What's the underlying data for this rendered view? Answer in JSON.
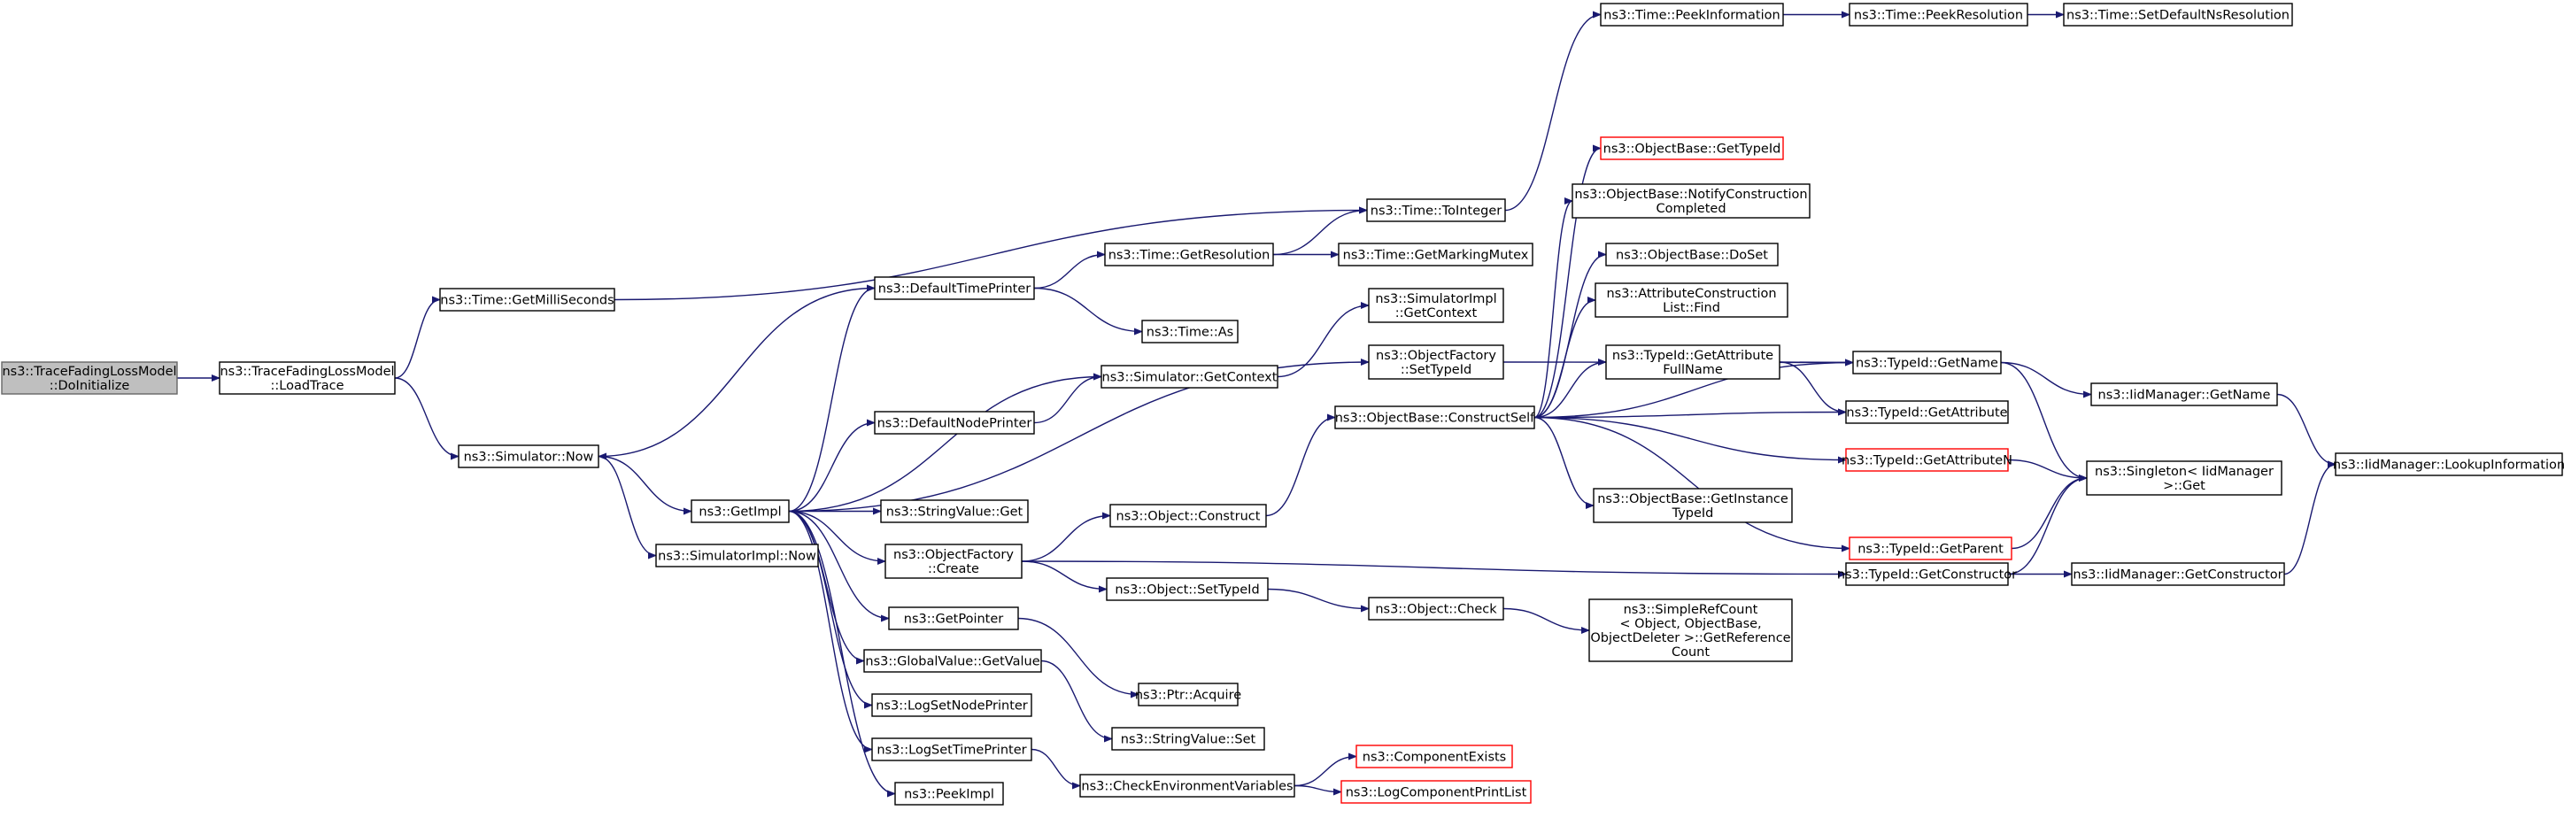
{
  "colors": {
    "edge": "#191970",
    "root_fill": "#bfbfbf",
    "border": "#000000",
    "highlight_border": "#ff0000"
  },
  "nodes": [
    {
      "id": "root",
      "lines": [
        "ns3::TraceFadingLossModel",
        "::DoInitialize"
      ],
      "root": true
    },
    {
      "id": "loadtrace",
      "lines": [
        "ns3::TraceFadingLossModel",
        "::LoadTrace"
      ]
    },
    {
      "id": "getms",
      "lines": [
        "ns3::Time::GetMilliSeconds"
      ]
    },
    {
      "id": "simnow",
      "lines": [
        "ns3::Simulator::Now"
      ]
    },
    {
      "id": "getimpl",
      "lines": [
        "ns3::GetImpl"
      ]
    },
    {
      "id": "simimplnow",
      "lines": [
        "ns3::SimulatorImpl::Now"
      ]
    },
    {
      "id": "dtp",
      "lines": [
        "ns3::DefaultTimePrinter"
      ]
    },
    {
      "id": "dnp",
      "lines": [
        "ns3::DefaultNodePrinter"
      ]
    },
    {
      "id": "svget",
      "lines": [
        "ns3::StringValue::Get"
      ]
    },
    {
      "id": "ofcreate",
      "lines": [
        "ns3::ObjectFactory",
        "::Create"
      ]
    },
    {
      "id": "getptr",
      "lines": [
        "ns3::GetPointer"
      ]
    },
    {
      "id": "gvget",
      "lines": [
        "ns3::GlobalValue::GetValue"
      ]
    },
    {
      "id": "lsnp",
      "lines": [
        "ns3::LogSetNodePrinter"
      ]
    },
    {
      "id": "lstp",
      "lines": [
        "ns3::LogSetTimePrinter"
      ]
    },
    {
      "id": "peekimpl",
      "lines": [
        "ns3::PeekImpl"
      ]
    },
    {
      "id": "getres",
      "lines": [
        "ns3::Time::GetResolution"
      ]
    },
    {
      "id": "timeas",
      "lines": [
        "ns3::Time::As"
      ]
    },
    {
      "id": "simgetctx",
      "lines": [
        "ns3::Simulator::GetContext"
      ]
    },
    {
      "id": "objconstruct",
      "lines": [
        "ns3::Object::Construct"
      ]
    },
    {
      "id": "objsettype",
      "lines": [
        "ns3::Object::SetTypeId"
      ]
    },
    {
      "id": "ptracq",
      "lines": [
        "ns3::Ptr::Acquire"
      ]
    },
    {
      "id": "svset",
      "lines": [
        "ns3::StringValue::Set"
      ]
    },
    {
      "id": "cev",
      "lines": [
        "ns3::CheckEnvironmentVariables"
      ]
    },
    {
      "id": "toint",
      "lines": [
        "ns3::Time::ToInteger"
      ]
    },
    {
      "id": "getmm",
      "lines": [
        "ns3::Time::GetMarkingMutex"
      ]
    },
    {
      "id": "simimplctx",
      "lines": [
        "ns3::SimulatorImpl",
        "::GetContext"
      ]
    },
    {
      "id": "ofsettype",
      "lines": [
        "ns3::ObjectFactory",
        "::SetTypeId"
      ]
    },
    {
      "id": "obcs",
      "lines": [
        "ns3::ObjectBase::ConstructSelf"
      ]
    },
    {
      "id": "objcheck",
      "lines": [
        "ns3::Object::Check"
      ]
    },
    {
      "id": "compexists",
      "lines": [
        "ns3::ComponentExists"
      ],
      "red": true
    },
    {
      "id": "logcpl",
      "lines": [
        "ns3::LogComponentPrintList"
      ],
      "red": true
    },
    {
      "id": "peekinfo",
      "lines": [
        "ns3::Time::PeekInformation"
      ]
    },
    {
      "id": "peekres",
      "lines": [
        "ns3::Time::PeekResolution"
      ]
    },
    {
      "id": "setdef",
      "lines": [
        "ns3::Time::SetDefaultNsResolution"
      ]
    },
    {
      "id": "obgettid",
      "lines": [
        "ns3::ObjectBase::GetTypeId"
      ],
      "red": true
    },
    {
      "id": "obnotify",
      "lines": [
        "ns3::ObjectBase::NotifyConstruction",
        "Completed"
      ]
    },
    {
      "id": "obdoset",
      "lines": [
        "ns3::ObjectBase::DoSet"
      ]
    },
    {
      "id": "acfind",
      "lines": [
        "ns3::AttributeConstruction",
        "List::Find"
      ]
    },
    {
      "id": "tidgafn",
      "lines": [
        "ns3::TypeId::GetAttribute",
        "FullName"
      ]
    },
    {
      "id": "obgit",
      "lines": [
        "ns3::ObjectBase::GetInstance",
        "TypeId"
      ]
    },
    {
      "id": "src",
      "lines": [
        "ns3::SimpleRefCount",
        "< Object, ObjectBase,",
        "ObjectDeleter >::GetReference",
        "Count"
      ]
    },
    {
      "id": "tidgetname",
      "lines": [
        "ns3::TypeId::GetName"
      ]
    },
    {
      "id": "tidgetattr",
      "lines": [
        "ns3::TypeId::GetAttribute"
      ]
    },
    {
      "id": "tidgetattrn",
      "lines": [
        "ns3::TypeId::GetAttributeN"
      ],
      "red": true
    },
    {
      "id": "tidgetparent",
      "lines": [
        "ns3::TypeId::GetParent"
      ],
      "red": true
    },
    {
      "id": "tidgetctor",
      "lines": [
        "ns3::TypeId::GetConstructor"
      ]
    },
    {
      "id": "iidgetname",
      "lines": [
        "ns3::IidManager::GetName"
      ]
    },
    {
      "id": "singleton",
      "lines": [
        "ns3::Singleton< IidManager",
        " >::Get"
      ]
    },
    {
      "id": "iidgetctor",
      "lines": [
        "ns3::IidManager::GetConstructor"
      ]
    },
    {
      "id": "iidlookup",
      "lines": [
        "ns3::IidManager::LookupInformation"
      ]
    }
  ],
  "edges": [
    [
      "root",
      "loadtrace"
    ],
    [
      "loadtrace",
      "getms"
    ],
    [
      "loadtrace",
      "simnow"
    ],
    [
      "getms",
      "toint"
    ],
    [
      "simnow",
      "getimpl"
    ],
    [
      "simnow",
      "simimplnow"
    ],
    [
      "getimpl",
      "dtp"
    ],
    [
      "getimpl",
      "simgetctx"
    ],
    [
      "getimpl",
      "dnp"
    ],
    [
      "getimpl",
      "ofsettype"
    ],
    [
      "getimpl",
      "svget"
    ],
    [
      "getimpl",
      "ofcreate"
    ],
    [
      "getimpl",
      "getptr"
    ],
    [
      "getimpl",
      "gvget"
    ],
    [
      "getimpl",
      "lsnp"
    ],
    [
      "getimpl",
      "lstp"
    ],
    [
      "getimpl",
      "peekimpl"
    ],
    [
      "dtp",
      "simnow"
    ],
    [
      "dtp",
      "getres"
    ],
    [
      "dtp",
      "timeas"
    ],
    [
      "dnp",
      "simgetctx"
    ],
    [
      "getres",
      "toint"
    ],
    [
      "getres",
      "getmm"
    ],
    [
      "simgetctx",
      "simimplctx"
    ],
    [
      "ofcreate",
      "objconstruct"
    ],
    [
      "ofcreate",
      "objsettype"
    ],
    [
      "ofcreate",
      "tidgetctor"
    ],
    [
      "getptr",
      "ptracq"
    ],
    [
      "gvget",
      "svset"
    ],
    [
      "lstp",
      "cev"
    ],
    [
      "objconstruct",
      "obcs"
    ],
    [
      "objsettype",
      "objcheck"
    ],
    [
      "objcheck",
      "src"
    ],
    [
      "cev",
      "compexists"
    ],
    [
      "cev",
      "logcpl"
    ],
    [
      "toint",
      "peekinfo"
    ],
    [
      "peekinfo",
      "peekres"
    ],
    [
      "peekres",
      "setdef"
    ],
    [
      "ofsettype",
      "tidgetname"
    ],
    [
      "obcs",
      "tidgetname"
    ],
    [
      "obcs",
      "obgettid"
    ],
    [
      "obcs",
      "obnotify"
    ],
    [
      "obcs",
      "obdoset"
    ],
    [
      "obcs",
      "acfind"
    ],
    [
      "obcs",
      "tidgafn"
    ],
    [
      "obcs",
      "tidgetattr"
    ],
    [
      "obcs",
      "tidgetattrn"
    ],
    [
      "obcs",
      "obgit"
    ],
    [
      "obcs",
      "tidgetparent"
    ],
    [
      "tidgafn",
      "tidgetname"
    ],
    [
      "tidgafn",
      "tidgetattr"
    ],
    [
      "tidgetname",
      "iidgetname"
    ],
    [
      "tidgetname",
      "singleton"
    ],
    [
      "tidgetattrn",
      "singleton"
    ],
    [
      "tidgetparent",
      "singleton"
    ],
    [
      "tidgetctor",
      "singleton"
    ],
    [
      "tidgetctor",
      "iidgetctor"
    ],
    [
      "iidgetname",
      "iidlookup"
    ],
    [
      "iidgetctor",
      "iidlookup"
    ]
  ]
}
